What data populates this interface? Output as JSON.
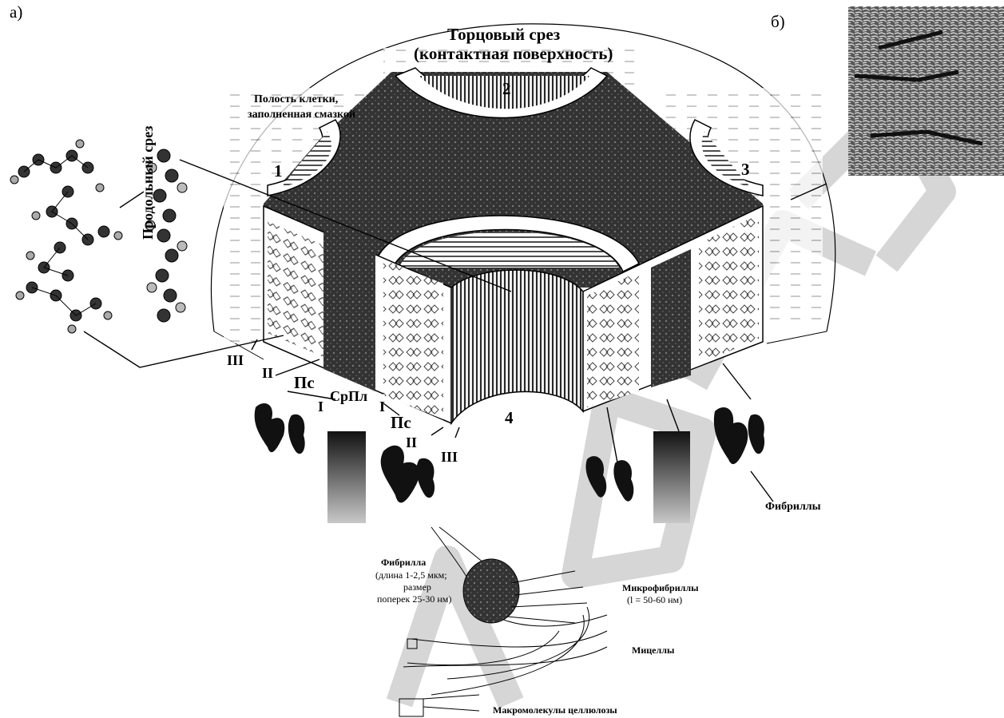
{
  "panel_labels": {
    "a": "а)",
    "b": "б)"
  },
  "face_title": "Торцовый срез",
  "face_subtitle": "(контактная поверхность)",
  "cavity_label_line1": "Полость клетки,",
  "cavity_label_line2": "заполненная смазкой",
  "longitudinal_cut": "Продольный срез",
  "cell_numbers": [
    "1",
    "2",
    "3",
    "4"
  ],
  "layer_labels": {
    "iii_left": "III",
    "ii_left": "II",
    "ps_left": "Пс",
    "srpl": "СрПл",
    "i_left": "I",
    "i_right": "I",
    "ps_right": "Пс",
    "ii_right": "II",
    "iii_right": "III"
  },
  "fibrils_label": "Фибриллы",
  "fibril_caption": [
    "Фибрилла",
    "(длина 1-2,5 мкм;",
    "размер",
    "поперек 25-30 нм)"
  ],
  "microfibrils_caption": [
    "Микрофибриллы",
    "(l = 50-60 нм)"
  ],
  "micelles_label": "Мицеллы",
  "macromolecules_label": "Макромолекулы целлюлозы",
  "colors": {
    "ink": "#000000",
    "dark_wall": "#2a2a2a",
    "mid_gray": "#7a7a7a",
    "light_gray": "#d9d9d9",
    "watermark": "#d6d6d6"
  }
}
